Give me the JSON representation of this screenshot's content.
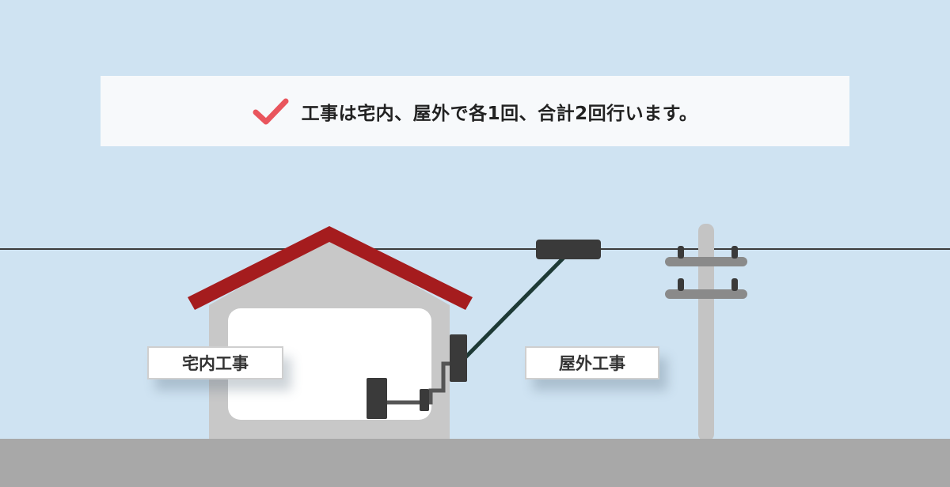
{
  "banner": {
    "text": "工事は宅内、屋外で各1回、合計2回行います。"
  },
  "labels": {
    "indoor": "宅内工事",
    "outdoor": "屋外工事"
  },
  "icons": {
    "check": "check-icon"
  },
  "colors": {
    "sky": "#cfe3f2",
    "ground": "#a8a8a8",
    "roof": "#a51c1e",
    "house_wall": "#c8c8c8",
    "house_interior": "#ffffff",
    "equipment": "#3a3a3a",
    "cable": "#1e3a36",
    "pole": "#c4c4c4",
    "check": "#e9555d"
  }
}
